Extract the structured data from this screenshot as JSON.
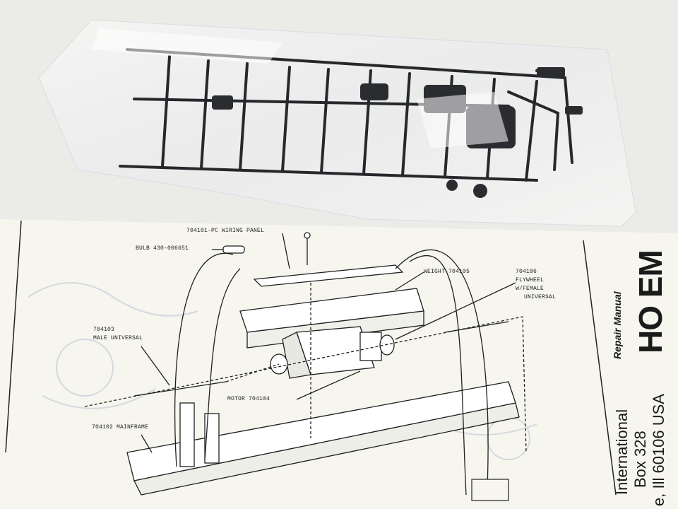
{
  "instruction_sheet": {
    "callouts": {
      "wiring_panel": "704101-PC WIRING PANEL",
      "bulb": "BULB 430-006651",
      "weight": "WEIGHT-704105",
      "flywheel_number": "704106",
      "flywheel_line1": "FLYWHEEL",
      "flywheel_line2": "W/FEMALE",
      "flywheel_line3": "UNIVERSAL",
      "male_universal_number": "704103",
      "male_universal": "MALE UNIVERSAL",
      "motor": "MOTOR  704104",
      "mainframe": "704102 MAINFRAME"
    },
    "side_panel": {
      "repair_manual": "Repair Manual",
      "brand": "HO EM",
      "company": "International",
      "box": "Box 328",
      "city": "e, Ill 60106 USA"
    }
  }
}
